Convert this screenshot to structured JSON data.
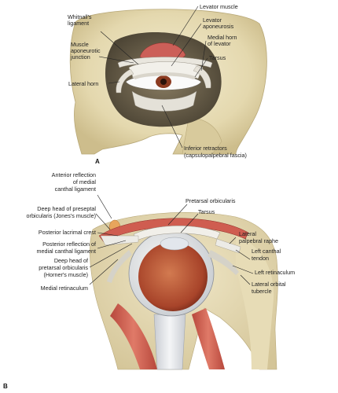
{
  "panel_a": {
    "letter": "A",
    "labels": {
      "whitnalls_ligament_1": "Whitnall's",
      "whitnalls_ligament_2": "ligament",
      "levator_muscle": "Levator muscle",
      "levator_aponeurosis_1": "Levator",
      "levator_aponeurosis_2": "aponeurosis",
      "muscle_aponeurotic_1": "Muscle",
      "muscle_aponeurotic_2": "aponeurotic",
      "muscle_aponeurotic_3": "junction",
      "medial_horn_1": "Medial horn",
      "medial_horn_2": "of levator",
      "tarsus": "Tarsus",
      "lateral_horn": "Lateral horn",
      "inferior_retractors_1": "Inferior retractors",
      "inferior_retractors_2": "(capsulopalpebral fascia)"
    }
  },
  "panel_b": {
    "letter": "B",
    "labels": {
      "anterior_reflection_1": "Anterior reflection",
      "anterior_reflection_2": "of medial",
      "anterior_reflection_3": "canthal ligament",
      "deep_head_preseptal_1": "Deep head of preseptal",
      "deep_head_preseptal_2": "orbicularis (Jones's muscle)",
      "posterior_lacrimal_crest": "Posterior lacrimal crest",
      "posterior_reflection_1": "Posterior reflection of",
      "posterior_reflection_2": "medial canthal ligament",
      "deep_head_pretarsal_1": "Deep head of",
      "deep_head_pretarsal_2": "pretarsal orbicularis",
      "deep_head_pretarsal_3": "(Horner's muscle)",
      "medial_retinaculum": "Medial retinaculum",
      "pretarsal_orbicularis": "Pretarsal orbicularis",
      "tarsus": "Tarsus",
      "lateral_palpebral_raphe_1": "Lateral",
      "lateral_palpebral_raphe_2": "palpebral raphe",
      "left_canthal_tendon_1": "Left canthal",
      "left_canthal_tendon_2": "tendon",
      "left_retinaculum": "Left retinaculum",
      "lateral_orbital_tubercle_1": "Lateral orbital",
      "lateral_orbital_tubercle_2": "tubercle"
    }
  }
}
